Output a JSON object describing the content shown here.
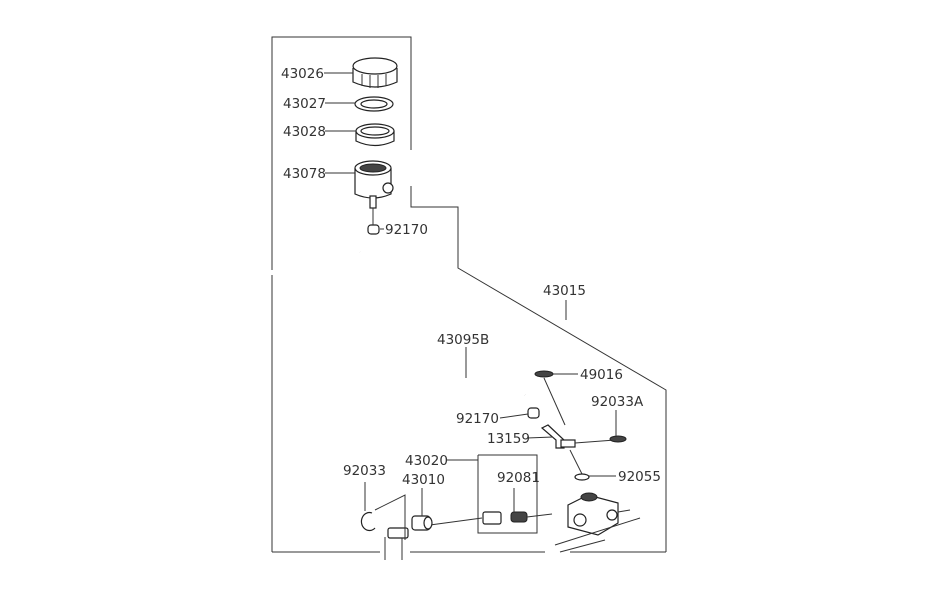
{
  "diagram": {
    "parts": {
      "cap": "43026",
      "plate": "43027",
      "diaphragm": "43028",
      "reservoir": "43078",
      "clamp_upper": "92170",
      "master_cylinder_assy": "43015",
      "hose": "43095B",
      "cap_fitting": "49016",
      "clamp_lower": "92170",
      "oring_a": "92033A",
      "joint": "13159",
      "piston_assy": "43020",
      "circlip": "92033",
      "push_rod": "43010",
      "spring": "92081",
      "oring": "92055"
    }
  }
}
